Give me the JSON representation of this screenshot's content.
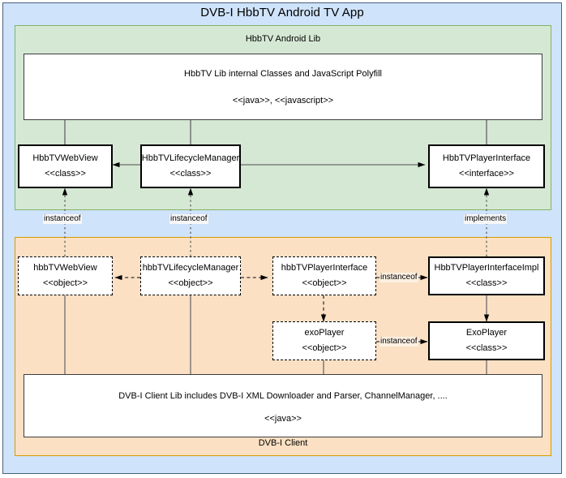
{
  "title": "DVB-I HbbTV Android TV App",
  "colors": {
    "outer_background": "#cfe3fa",
    "outer_border": "#49617f",
    "lib_background": "#d5e8d4",
    "lib_border": "#82b366",
    "client_background": "#fbe0c3",
    "client_border": "#d79b00",
    "node_background": "#ffffff",
    "node_border": "#000000"
  },
  "lib_container": {
    "label": "HbbTV Android Lib"
  },
  "client_container": {
    "label": "DVB-I Client"
  },
  "nodes": {
    "hbbtv_lib_internal": {
      "title": "HbbTV Lib internal Classes and JavaScript Polyfill",
      "stereotype": "<<java>>, <<javascript>>"
    },
    "hbbtv_webview_class": {
      "title": "HbbTVWebView",
      "stereotype": "<<class>>"
    },
    "hbbtv_lifecycle_manager_class": {
      "title": "HbbTVLifecycleManager",
      "stereotype": "<<class>>"
    },
    "hbbtv_player_interface": {
      "title": "HbbTVPlayerInterface",
      "stereotype": "<<interface>>"
    },
    "hbbtv_webview_object": {
      "title": "hbbTVWebView",
      "stereotype": "<<object>>"
    },
    "hbbtv_lifecycle_manager_object": {
      "title": "hbbTVLifecycleManager",
      "stereotype": "<<object>>"
    },
    "hbbtv_player_interface_object": {
      "title": "hbbTVPlayerInterface",
      "stereotype": "<<object>>"
    },
    "hbbtv_player_interface_impl_class": {
      "title": "HbbTVPlayerInterfaceImpl",
      "stereotype": "<<class>>"
    },
    "exoplayer_object": {
      "title": "exoPlayer",
      "stereotype": "<<object>>"
    },
    "exoplayer_class": {
      "title": "ExoPlayer",
      "stereotype": "<<class>>"
    },
    "dvbi_client_lib": {
      "title": "DVB-I Client Lib includes DVB-I XML Downloader and Parser, ChannelManager, ....",
      "stereotype": "<<java>>"
    }
  },
  "edge_labels": {
    "webview_instanceof": "instanceof",
    "lifecycle_instanceof": "instanceof",
    "player_implements": "implements",
    "player_iface_instanceof": "instanceof",
    "exoplayer_instanceof": "instanceof"
  }
}
